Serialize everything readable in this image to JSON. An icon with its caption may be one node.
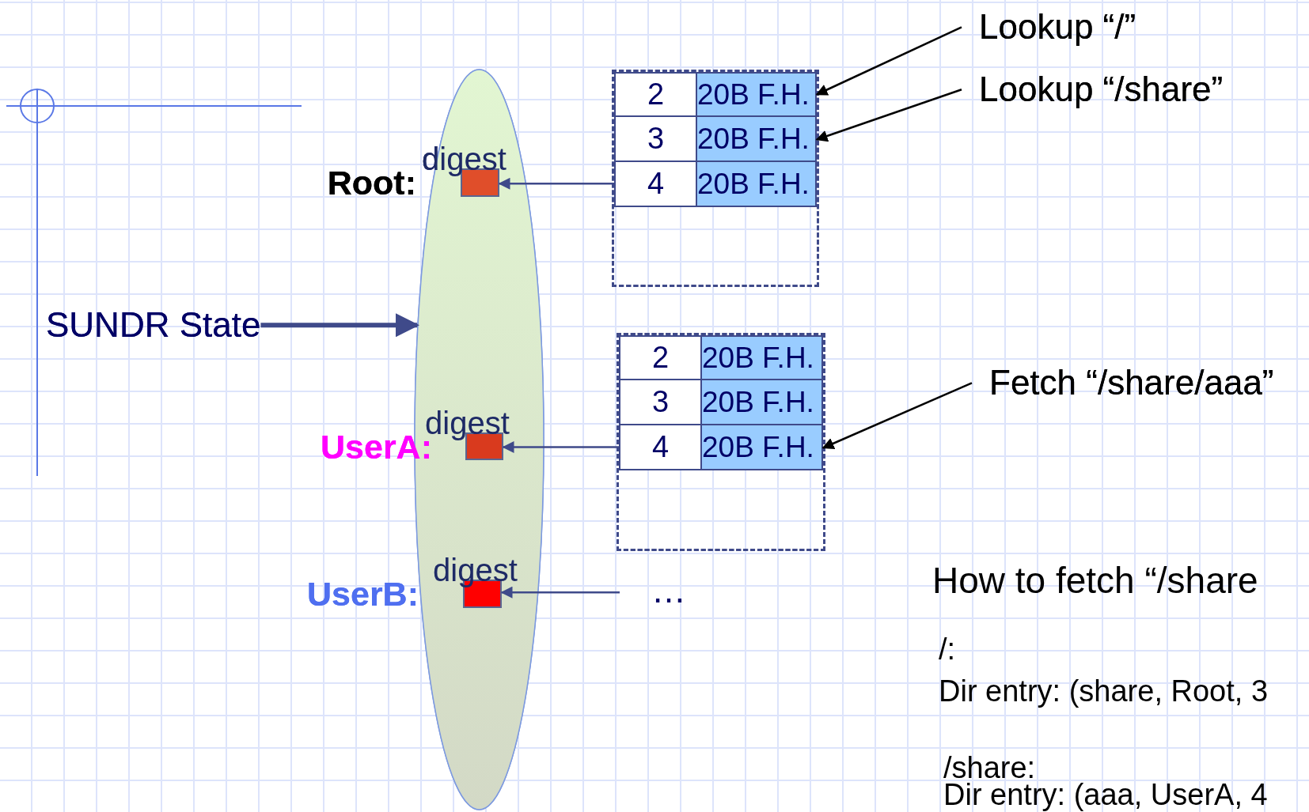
{
  "diagram": {
    "nodes": [
      {
        "text": [],
        "shape": "ellipse"
      },
      {
        "text": [
          "SUNDR State"
        ]
      },
      {
        "text": [
          "digest"
        ],
        "beside": [
          "Root:"
        ],
        "in": 0
      },
      {
        "text": [
          "digest"
        ],
        "beside": [
          "UserA:"
        ],
        "in": 0
      },
      {
        "text": [
          "digest"
        ],
        "beside": [
          "UserB:"
        ],
        "in": 0
      },
      {
        "text": [],
        "shape": "box"
      },
      {
        "text": [
          "2",
          "20B F.H."
        ],
        "in": 5
      },
      {
        "text": [
          "3",
          "20B F.H."
        ],
        "in": 5
      },
      {
        "text": [
          "4",
          "20B F.H."
        ],
        "in": 5
      },
      {
        "text": [],
        "shape": "box"
      },
      {
        "text": [
          "2",
          "20B F.H."
        ],
        "in": 9
      },
      {
        "text": [
          "3",
          "20B F.H."
        ],
        "in": 9
      },
      {
        "text": [
          "4",
          "20B F.H."
        ],
        "in": 9
      },
      {
        "text": [
          "…"
        ]
      },
      {
        "text": [
          "Lookup “/”"
        ]
      },
      {
        "text": [
          "Lookup “/share”"
        ]
      },
      {
        "text": [
          "Fetch “/share/aaa”"
        ]
      }
    ],
    "edges": [
      {
        "from": 1,
        "to": 0,
        "arrow": "to",
        "style": "thick"
      },
      {
        "from": 8,
        "to": 2,
        "arrow": "to"
      },
      {
        "from": 12,
        "to": 3,
        "arrow": "to"
      },
      {
        "from": 13,
        "to": 4,
        "arrow": "to"
      },
      {
        "from": 14,
        "to": 6,
        "arrow": "to",
        "color": "#000000"
      },
      {
        "from": 15,
        "to": 7,
        "arrow": "to",
        "color": "#000000"
      },
      {
        "from": 16,
        "to": 12,
        "arrow": "to",
        "color": "#000000"
      }
    ],
    "labels": [
      "How to fetch “/share",
      "/:",
      "Dir entry: (share, Root, 3",
      "/share:",
      "Dir entry: (aaa, UserA, 4"
    ]
  }
}
